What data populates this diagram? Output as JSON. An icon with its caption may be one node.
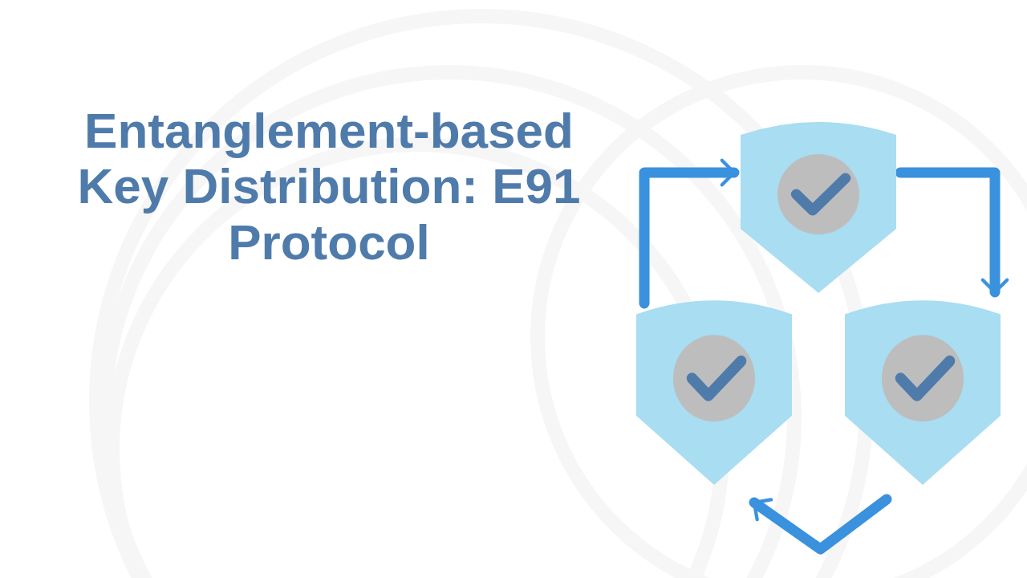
{
  "diagram": {
    "title": "Entanglement-based Key Distribution: E91 Protocol",
    "nodes": [
      {
        "text": [],
        "shape": "shield"
      },
      {
        "text": [],
        "shape": "shield"
      },
      {
        "text": [],
        "shape": "shield"
      }
    ],
    "edges": [
      {
        "from": 1,
        "to": 0,
        "arrow": "to"
      },
      {
        "from": 0,
        "to": 2,
        "arrow": "to"
      },
      {
        "from": 2,
        "to": 1,
        "arrow": "to"
      }
    ]
  }
}
